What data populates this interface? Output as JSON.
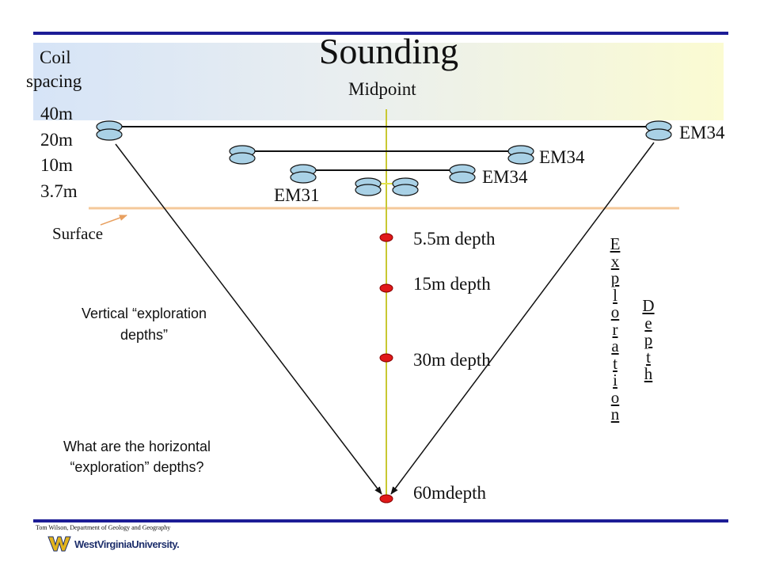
{
  "title": "Sounding",
  "subtitle": "Midpoint",
  "coil_spacing_label": [
    "Coil",
    "spacing"
  ],
  "spacings": [
    "40m",
    "20m",
    "10m",
    "3.7m"
  ],
  "instruments": {
    "em34_top": "EM34",
    "em34_middle": "EM34",
    "em34_lower": "EM34",
    "em31": "EM31"
  },
  "surface_label": "Surface",
  "depths": [
    {
      "label": "5.5m depth",
      "value_m": 5.5
    },
    {
      "label": "15m depth",
      "value_m": 15
    },
    {
      "label": "30m depth",
      "value_m": 30
    },
    {
      "label": "60mdepth",
      "value_m": 60
    }
  ],
  "exploration_vertical": "Exploration",
  "depth_vertical": "Depth",
  "vertical_note": [
    "Vertical “exploration",
    "depths”"
  ],
  "horizontal_question": [
    "What are the horizontal",
    "“exploration” depths?"
  ],
  "footer_credit": "Tom Wilson, Department of Geology and Geography",
  "footer_logo": "WestVirginiaUniversity.",
  "colors": {
    "rule_blue": "#1d1d96",
    "coil_fill": "#a9d1e6",
    "midline": "#c8c832",
    "surface": "#f4c89a",
    "depth_marker": "#e01919",
    "logo_gold": "#e2b41c",
    "logo_blue": "#1e2f6c"
  }
}
